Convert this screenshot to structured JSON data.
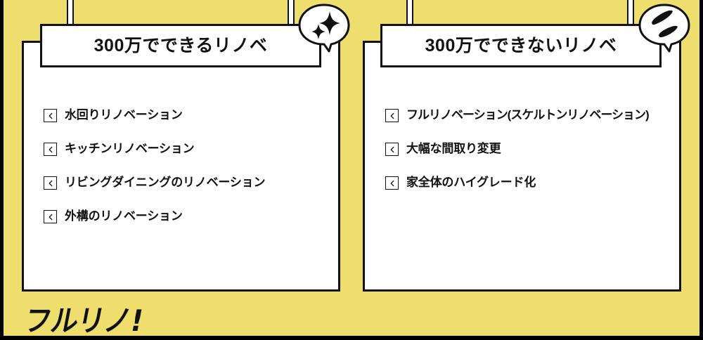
{
  "theme": {
    "background_color": "#EDDE6D",
    "card_color": "#FFFFFF",
    "ink_color": "#111111"
  },
  "panels": [
    {
      "id": "affordable",
      "title": "300万でできるリノベ",
      "badge_icon": "sparkles-icon",
      "items": [
        {
          "label": "水回りリノベーション",
          "icon": "chevron-left-icon"
        },
        {
          "label": "キッチンリノベーション",
          "icon": "chevron-left-icon"
        },
        {
          "label": "リビングダイニングのリノベーション",
          "icon": "chevron-left-icon"
        },
        {
          "label": "外構のリノベーション",
          "icon": "chevron-left-icon"
        }
      ]
    },
    {
      "id": "not-affordable",
      "title": "300万でできないリノベ",
      "badge_icon": "sweat-drops-icon",
      "items": [
        {
          "label": "フルリノベーション(スケルトンリノベーション)",
          "icon": "chevron-left-icon"
        },
        {
          "label": "大幅な間取り変更",
          "icon": "chevron-left-icon"
        },
        {
          "label": "家全体のハイグレード化",
          "icon": "chevron-left-icon"
        }
      ]
    }
  ],
  "logo": {
    "text": "フルリノ!",
    "name": "fururino-logo"
  }
}
